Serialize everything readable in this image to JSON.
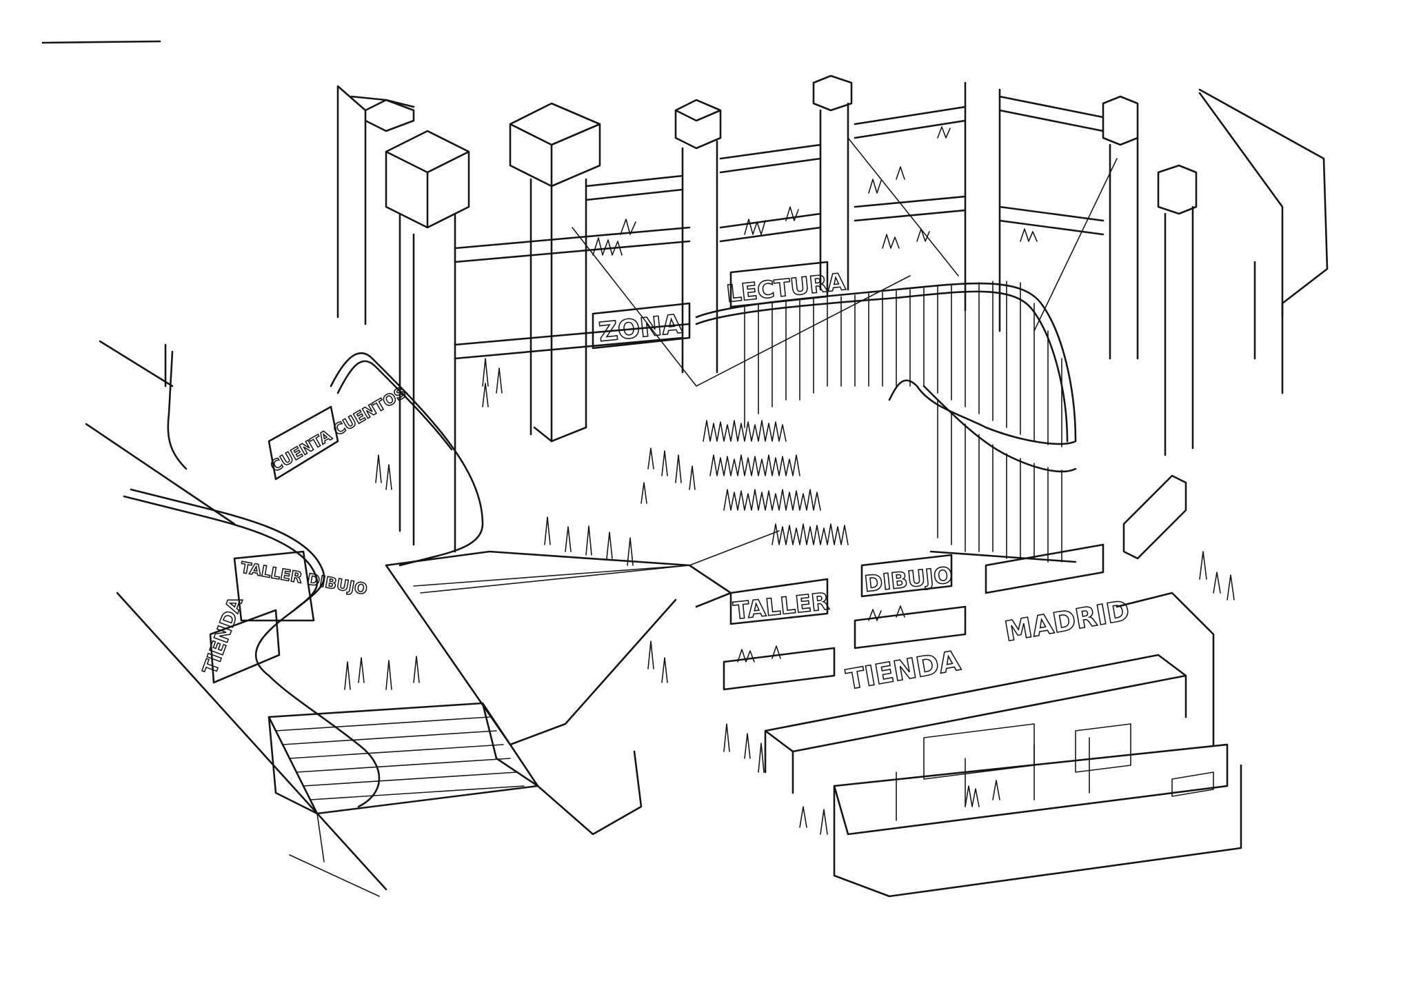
{
  "background_color": "#ffffff",
  "ink_color": "#141414",
  "signs": {
    "zona": "ZONA",
    "lectura": "LECTURA",
    "taller_dibujo_left": "TALLER DIBUJO",
    "tienda": "TIENDA",
    "cuenta_cuentos": "CUENTA CUENTOS",
    "taller": "TALLER",
    "dibujo": "DIBUJO",
    "madrid": "MADRID",
    "tienda_right": "TIENDA"
  }
}
